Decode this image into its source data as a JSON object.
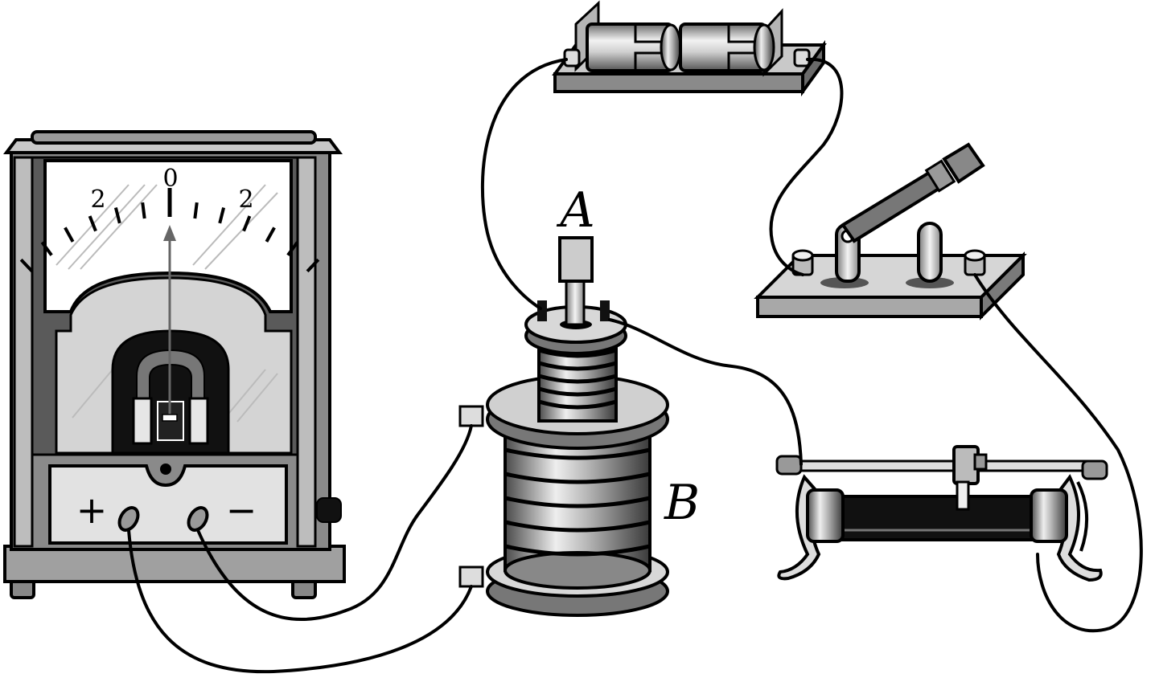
{
  "labels": {
    "primary_coil": "A",
    "secondary_coil": "B"
  },
  "galvanometer": {
    "scale_left": "2",
    "scale_center": "0",
    "scale_right": "2",
    "terminal_plus": "+",
    "terminal_minus": "−",
    "needle_reading": 0
  },
  "colors": {
    "stroke": "#000000",
    "background": "#ffffff"
  }
}
